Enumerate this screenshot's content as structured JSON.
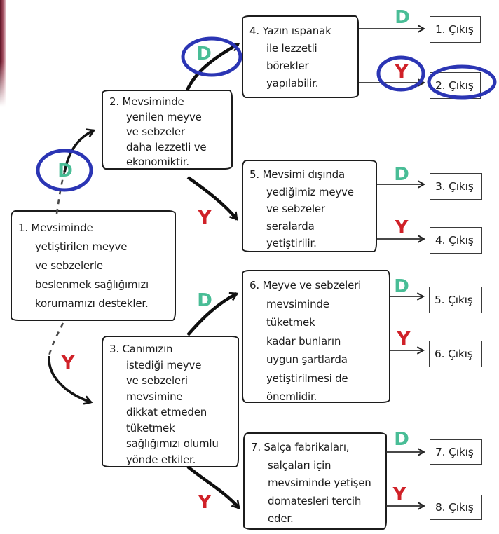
{
  "labels": {
    "d": "D",
    "y": "Y"
  },
  "colors": {
    "d": "#49bd96",
    "y": "#d02128",
    "circle": "#2b35b4",
    "ink": "#1c1c1c"
  },
  "nodes": {
    "n1": {
      "text": "1. Mevsiminde\nyetiştirilen meyve\nve sebzelerle\nbeslenmek sağlığımızı\nkorumamızı destekler."
    },
    "n2": {
      "text": "2. Mevsiminde\nyenilen meyve\nve sebzeler\ndaha lezzetli ve\nekonomiktir."
    },
    "n3": {
      "text": "3. Canımızın\nistediği meyve\nve sebzeleri\nmevsimine\ndikkat etmeden\ntüketmek\nsağlığımızı olumlu\nyönde etkiler."
    },
    "n4": {
      "text": "4. Yazın ıspanak\nile lezzetli\nbörekler\nyapılabilir."
    },
    "n5": {
      "text": "5. Mevsimi dışında\nyediğimiz meyve\nve sebzeler\nseralarda\nyetiştirilir."
    },
    "n6": {
      "text": "6. Meyve ve sebzeleri\nmevsiminde\ntüketmek\nkadar bunların\nuygun şartlarda\nyetiştirilmesi de\nönemlidir."
    },
    "n7": {
      "text": "7. Salça fabrikaları,\nsalçaları için\nmevsiminde yetişen\ndomatesleri tercih\neder."
    }
  },
  "outputs": {
    "o1": "1. Çıkış",
    "o2": "2. Çıkış",
    "o3": "3. Çıkış",
    "o4": "4. Çıkış",
    "o5": "5. Çıkış",
    "o6": "6. Çıkış",
    "o7": "7. Çıkış",
    "o8": "8. Çıkış"
  }
}
